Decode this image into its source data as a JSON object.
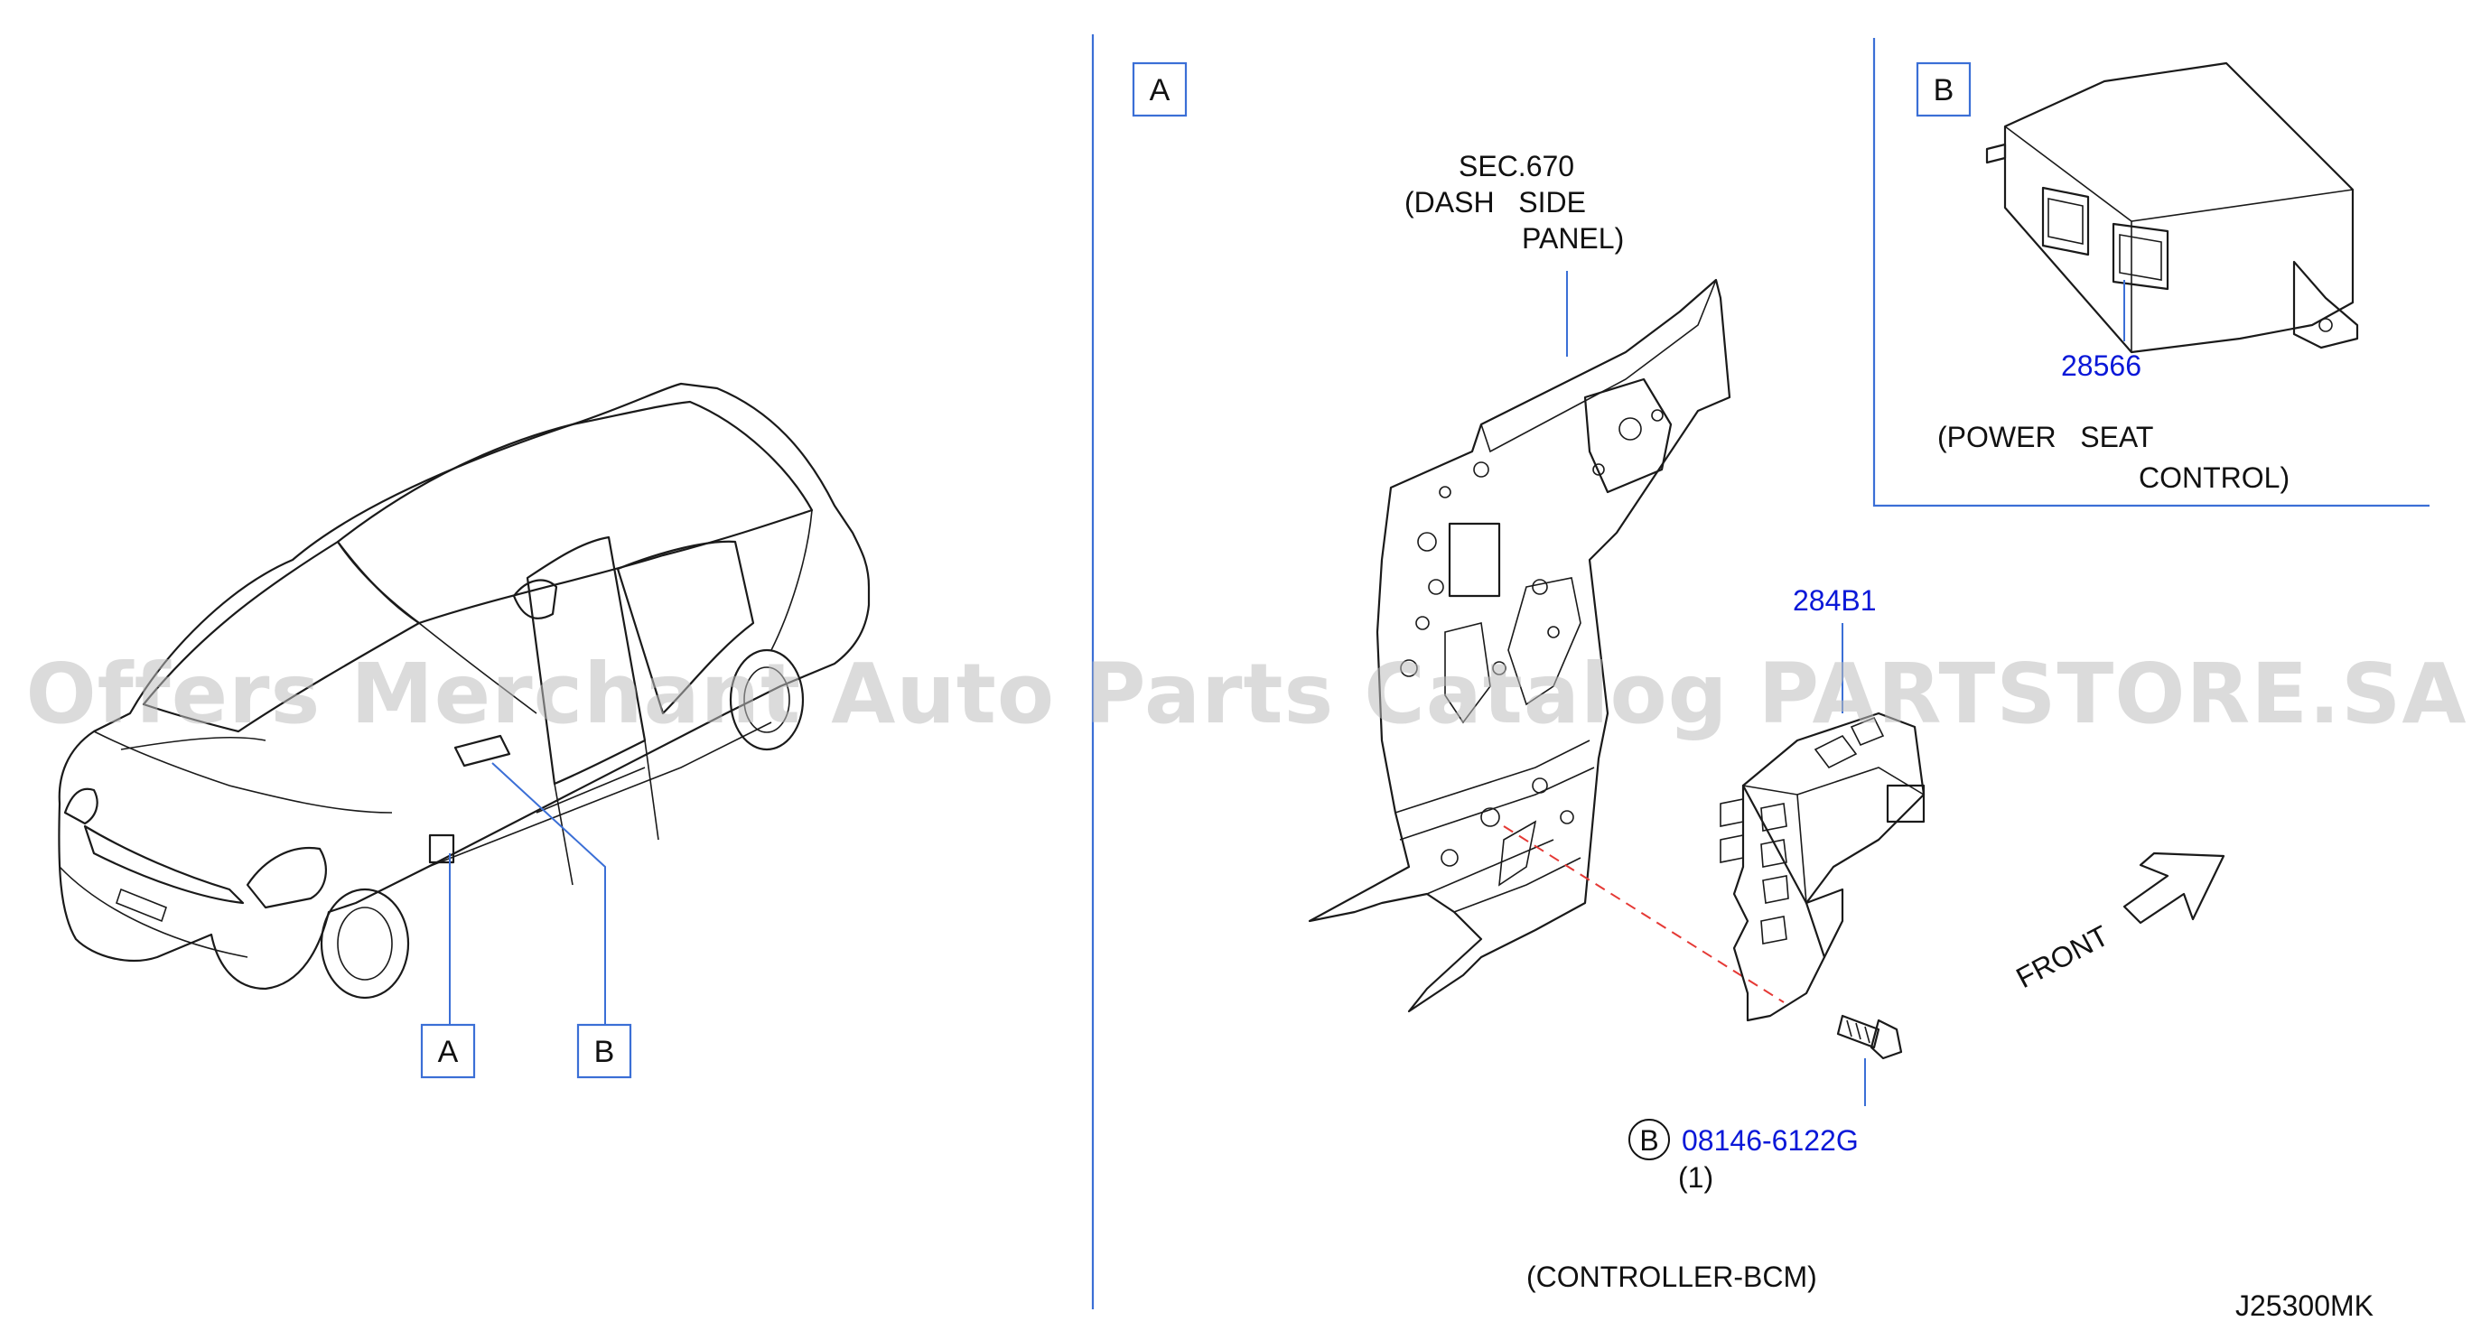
{
  "watermark": "Offers Merchant Auto Parts Catalog PARTSTORE.SA",
  "overview": {
    "callout_a": "A",
    "callout_b": "B"
  },
  "section_a": {
    "tag": "A",
    "ref_line1": "SEC.670",
    "ref_line2": "(DASH   SIDE",
    "ref_line3": "PANEL)",
    "part_number": "284B1",
    "bolt_marker": "B",
    "bolt_part_number": "08146-6122G",
    "bolt_qty": "(1)",
    "caption": "(CONTROLLER-BCM)",
    "front_label": "FRONT"
  },
  "section_b": {
    "tag": "B",
    "part_number": "28566",
    "caption_line1": "(POWER   SEAT",
    "caption_line2": "CONTROL)"
  },
  "diagram_code": "J25300MK",
  "colors": {
    "part_number": "#0a18d8",
    "frame": "#3b6fd6",
    "leader_dashed": "#e53935"
  }
}
